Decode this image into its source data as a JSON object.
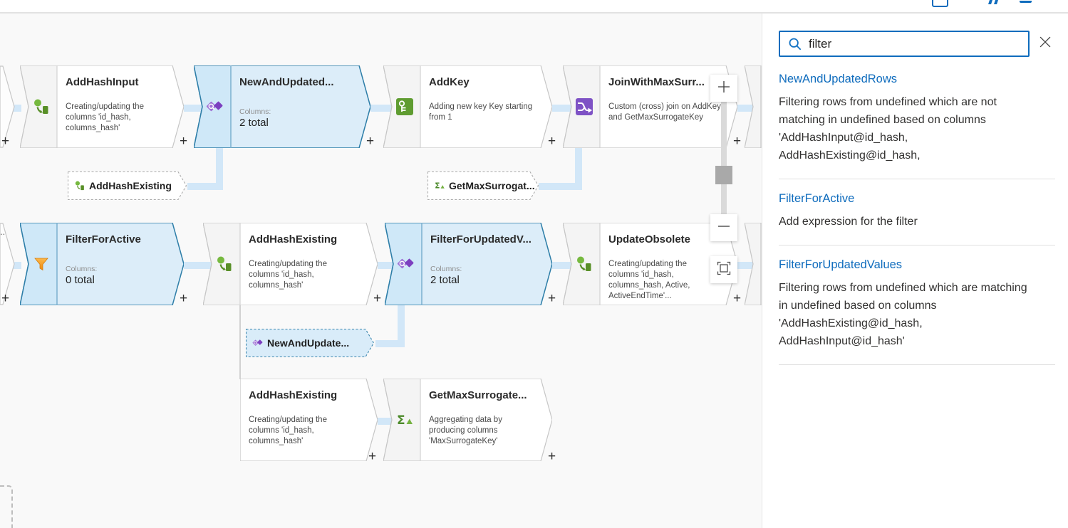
{
  "topbar": {
    "icons": [
      {
        "name": "toolbar-icon-partial-1"
      },
      {
        "name": "toolbar-icon-partial-2"
      },
      {
        "name": "toolbar-icon-partial-3"
      }
    ]
  },
  "canvas": {
    "plus_label": "+",
    "left_ellipsis": "..",
    "colors": {
      "selected_fill": "#dcedf9",
      "selected_border": "#2e7ea8",
      "node_border": "#c6c6c6",
      "connector": "#d2e7f8",
      "accent_blue": "#0f6cbd"
    },
    "nodes": [
      {
        "id": "AddHashInput",
        "title": "AddHashInput",
        "desc": "Creating/updating the columns 'id_hash, columns_hash'",
        "icon": "derived-column-icon",
        "selected": false
      },
      {
        "id": "NewAndUpdatedRows",
        "title": "NewAndUpdated...",
        "columns_label": "Columns:",
        "columns_value": "2 total",
        "icon": "exists-icon",
        "selected": true
      },
      {
        "id": "AddKey",
        "title": "AddKey",
        "desc": "Adding new key Key starting from 1",
        "icon": "surrogate-key-icon",
        "selected": false
      },
      {
        "id": "JoinWithMaxSurrogateKey",
        "title": "JoinWithMaxSurr...",
        "desc": "Custom (cross) join on AddKey and GetMaxSurrogateKey",
        "icon": "join-icon",
        "selected": false
      },
      {
        "id": "FilterForActive",
        "title": "FilterForActive",
        "columns_label": "Columns:",
        "columns_value": "0 total",
        "icon": "filter-icon",
        "selected": true
      },
      {
        "id": "AddHashExisting",
        "title": "AddHashExisting",
        "desc": "Creating/updating the columns 'id_hash, columns_hash'",
        "icon": "derived-column-icon",
        "selected": false
      },
      {
        "id": "FilterForUpdatedValues",
        "title": "FilterForUpdatedV...",
        "columns_label": "Columns:",
        "columns_value": "2 total",
        "icon": "exists-icon",
        "selected": true
      },
      {
        "id": "UpdateObsolete",
        "title": "UpdateObsolete",
        "desc": "Creating/updating the columns 'id_hash, columns_hash, Active, ActiveEndTime'...",
        "icon": "derived-column-icon",
        "selected": false
      },
      {
        "id": "AddHashExisting2",
        "title": "AddHashExisting",
        "desc": "Creating/updating the columns 'id_hash, columns_hash'",
        "icon": "none",
        "selected": false
      },
      {
        "id": "GetMaxSurrogateKey",
        "title": "GetMaxSurrogate...",
        "desc": "Aggregating data by producing columns 'MaxSurrogateKey'",
        "icon": "aggregate-icon",
        "selected": false
      }
    ],
    "badges": [
      {
        "title": "AddHashExisting",
        "icon": "derived-column-icon",
        "selected": false
      },
      {
        "title": "GetMaxSurrogat...",
        "icon": "aggregate-icon",
        "selected": false
      },
      {
        "title": "NewAndUpdate...",
        "icon": "exists-icon",
        "selected": true
      }
    ],
    "zoom_controls": {
      "zoom_in": "plus-icon",
      "zoom_out": "minus-icon",
      "fit": "fit-to-screen-icon"
    }
  },
  "search_panel": {
    "input": {
      "value": "filter"
    },
    "search_icon": "search-icon",
    "close_icon": "close-icon",
    "results": [
      {
        "title": "NewAndUpdatedRows",
        "description": "Filtering rows from undefined which are not matching in undefined based on columns 'AddHashInput@id_hash, AddHashExisting@id_hash,"
      },
      {
        "title": "FilterForActive",
        "description": "Add expression for the filter"
      },
      {
        "title": "FilterForUpdatedValues",
        "description": "Filtering rows from undefined which are matching in undefined based on columns 'AddHashExisting@id_hash, AddHashInput@id_hash'"
      }
    ]
  }
}
